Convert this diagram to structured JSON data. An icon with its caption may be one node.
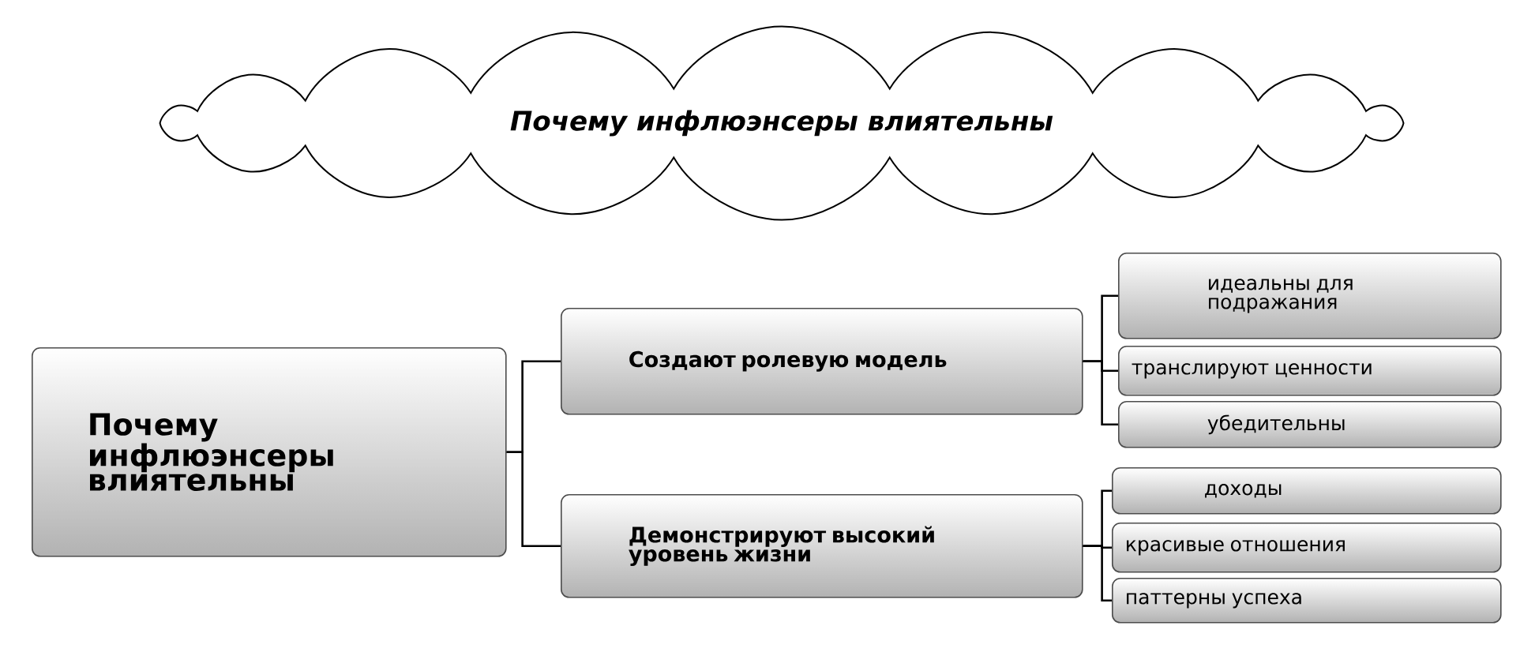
{
  "diagram": {
    "nodes": [
      {
        "text": [
          "Почему инфлюэнсеры  влиятельны"
        ]
      },
      {
        "text": [
          "Почему инфлюэнсеры влиятельны"
        ]
      },
      {
        "text": [
          "Создают ролевую модель"
        ]
      },
      {
        "text": [
          "Демонстрируют высокий уровень жизни"
        ]
      },
      {
        "text": [
          "идеальны для подражания"
        ]
      },
      {
        "text": [
          "транслируют ценности"
        ]
      },
      {
        "text": [
          "убедительны"
        ]
      },
      {
        "text": [
          "доходы"
        ]
      },
      {
        "text": [
          "красивые отношения"
        ]
      },
      {
        "text": [
          "паттерны успеха"
        ]
      }
    ],
    "edges": [
      {
        "from": 1,
        "to": 2,
        "arrow": "none"
      },
      {
        "from": 1,
        "to": 3,
        "arrow": "none"
      },
      {
        "from": 2,
        "to": 4,
        "arrow": "none"
      },
      {
        "from": 2,
        "to": 5,
        "arrow": "none"
      },
      {
        "from": 2,
        "to": 6,
        "arrow": "none"
      },
      {
        "from": 3,
        "to": 7,
        "arrow": "none"
      },
      {
        "from": 3,
        "to": 8,
        "arrow": "none"
      },
      {
        "from": 3,
        "to": 9,
        "arrow": "none"
      }
    ]
  }
}
